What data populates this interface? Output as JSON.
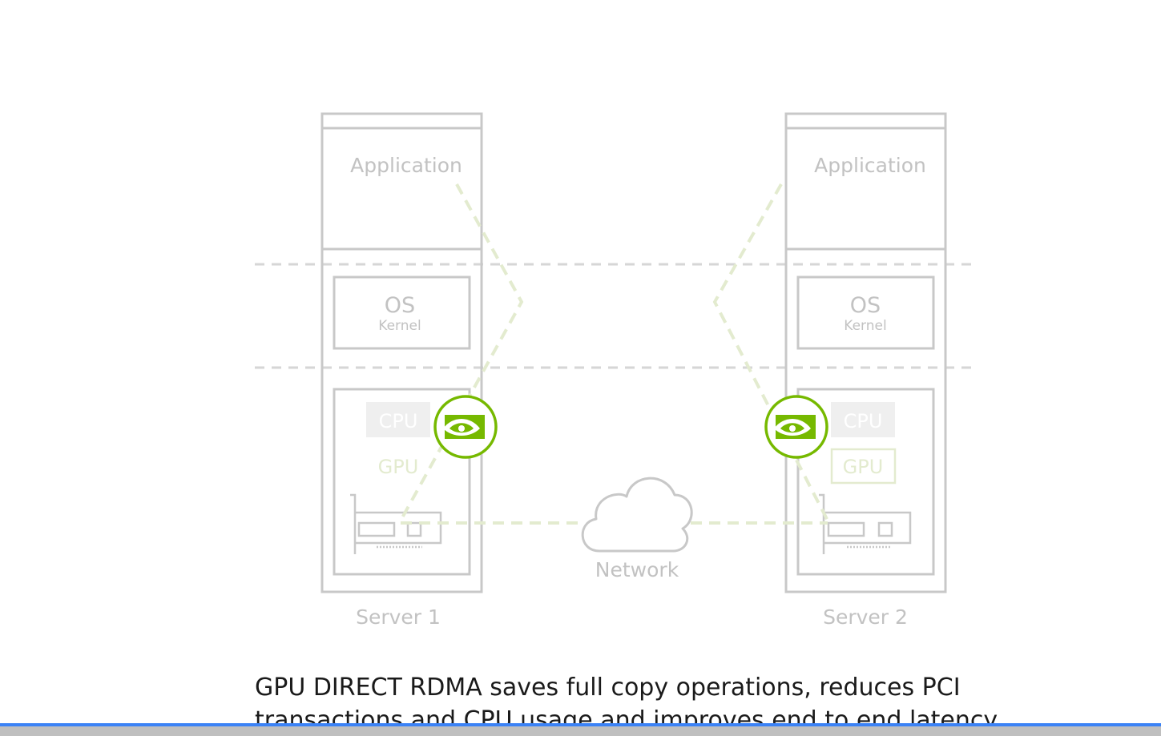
{
  "diagram": {
    "servers": [
      {
        "name": "Server 1",
        "application_label": "Application",
        "os_label": "OS",
        "kernel_label": "Kernel",
        "cpu_label": "CPU",
        "gpu_label": "GPU"
      },
      {
        "name": "Server 2",
        "application_label": "Application",
        "os_label": "OS",
        "kernel_label": "Kernel",
        "cpu_label": "CPU",
        "gpu_label": "GPU"
      }
    ],
    "network_label": "Network",
    "colors": {
      "outline": "#c8c8c8",
      "dashed": "#d6d6d6",
      "path": "#e3ebcf",
      "accent": "#76b900",
      "cpu_box": "#efefef"
    },
    "icons": [
      "nvidia-eye-icon",
      "cloud-icon",
      "nic-card-icon"
    ]
  },
  "caption": {
    "line1": "GPU DIRECT RDMA saves full copy operations, reduces PCI",
    "line2": "transactions and CPU usage and improves end to end latency."
  }
}
